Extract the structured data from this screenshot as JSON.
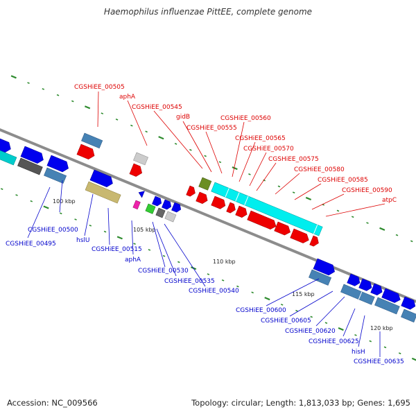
{
  "title": "Haemophilus influenzae PittEE, complete genome",
  "footer": {
    "accession": "Accession: NC_009566",
    "topology": "Topology: circular; Length: 1,813,033 bp; Genes: 1,695"
  },
  "colors": {
    "backbone": "#8c8c8c",
    "tick": "#2e8b2e",
    "label_top": "#dd0000",
    "label_bottom": "#0000cc"
  },
  "kbp_marks": [
    "100 kbp",
    "105 kbp",
    "110 kbp",
    "115 kbp",
    "120 kbp"
  ],
  "top_labels": [
    "CGSHiEE_00505",
    "aphA",
    "CGSHiEE_00545",
    "gidB",
    "CGSHiEE_00555",
    "CGSHiEE_00560",
    "CGSHiEE_00565",
    "CGSHiEE_00570",
    "CGSHiEE_00575",
    "CGSHiEE_00580",
    "CGSHiEE_00585",
    "CGSHiEE_00590",
    "atpC"
  ],
  "bottom_labels": [
    "CGSHiEE_00500",
    "CGSHiEE_00495",
    "hslU",
    "CGSHiEE_00515",
    "aphA",
    "CGSHiEE_00530",
    "CGSHiEE_00535",
    "CGSHiEE_00540",
    "CGSHiEE_00600",
    "CGSHiEE_00605",
    "CGSHiEE_00620",
    "CGSHiEE_00625",
    "hisH",
    "CGSHiEE_00635"
  ]
}
